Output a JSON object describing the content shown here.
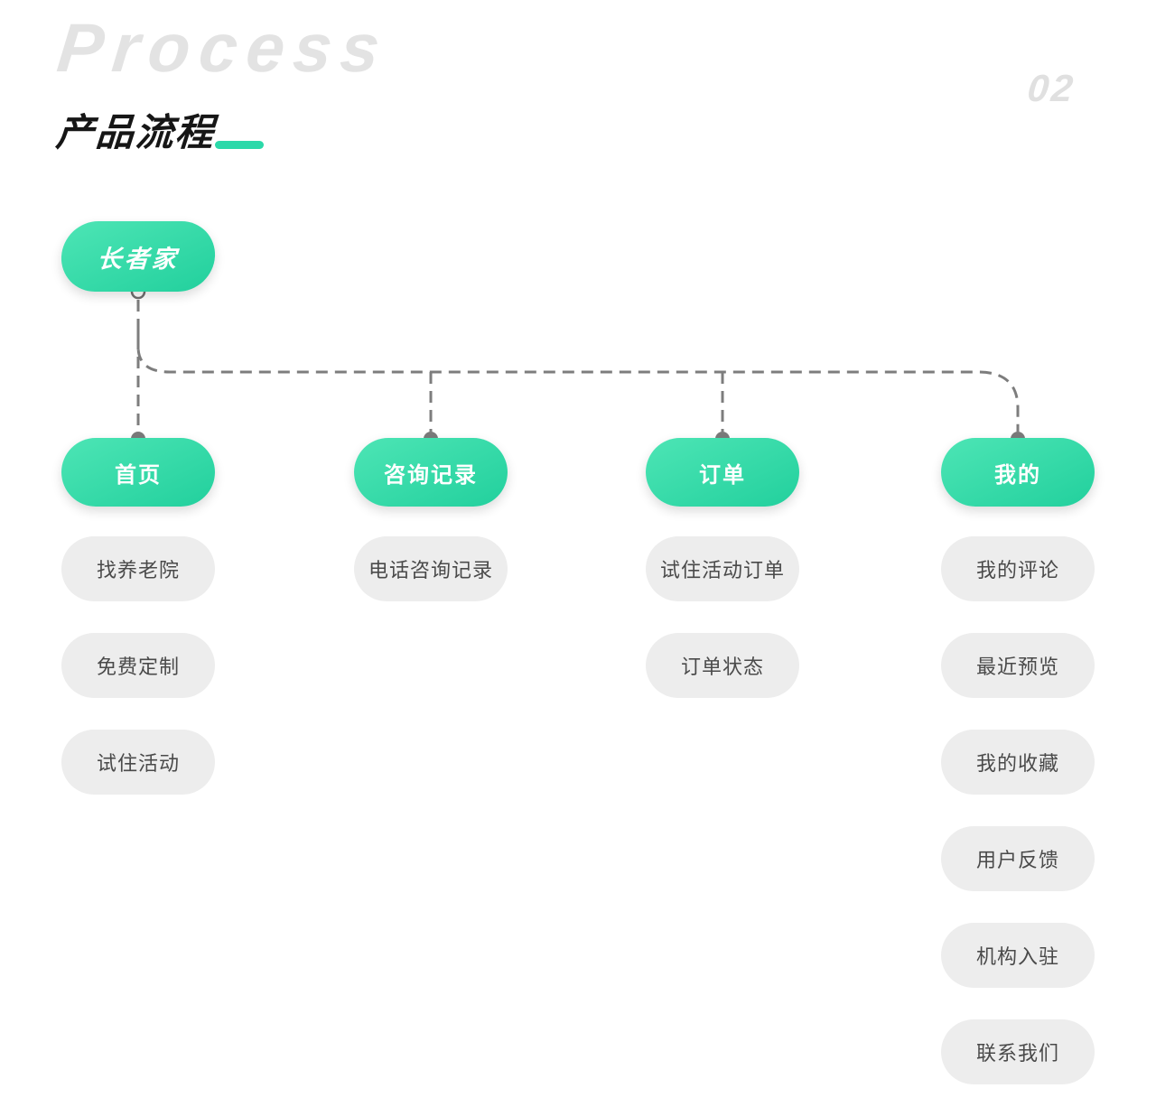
{
  "page": {
    "title": "Process",
    "page_number": "02",
    "subtitle": "产品流程"
  },
  "colors": {
    "accent_green_light": "#4DE5B5",
    "accent_green_dark": "#22D09D",
    "accent_bar": "#2BD9A9",
    "pill_gray": "#EDEDED",
    "pill_gray_text": "#4A4A4A",
    "connector_gray": "#7D7D7D",
    "joint_dot_gray": "#7A7A7A",
    "title_gray": "#E3E3E3",
    "subtitle_black": "#161616"
  },
  "tree": {
    "root": {
      "label": "长者家"
    },
    "branches": [
      {
        "label": "首页",
        "children": [
          "找养老院",
          "免费定制",
          "试住活动"
        ]
      },
      {
        "label": "咨询记录",
        "children": [
          "电话咨询记录"
        ]
      },
      {
        "label": "订单",
        "children": [
          "试住活动订单",
          "订单状态"
        ]
      },
      {
        "label": "我的",
        "children": [
          "我的评论",
          "最近预览",
          "我的收藏",
          "用户反馈",
          "机构入驻",
          "联系我们"
        ]
      }
    ]
  }
}
